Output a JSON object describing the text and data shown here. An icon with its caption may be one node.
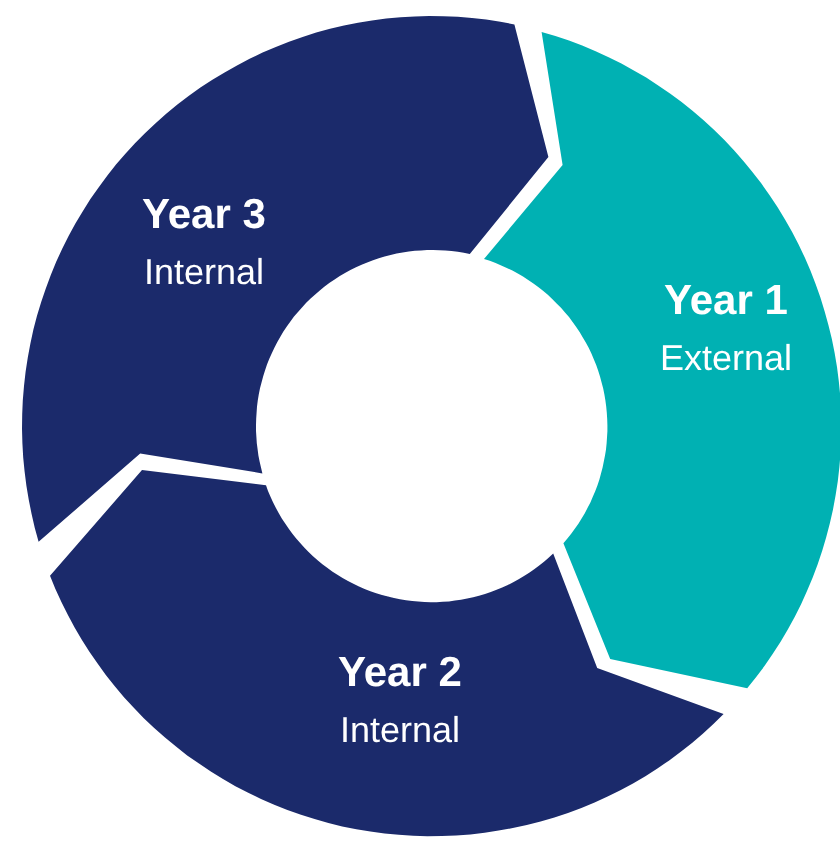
{
  "diagram": {
    "nodes": [
      {
        "text": [
          "Year 3",
          "Internal"
        ]
      },
      {
        "text": [
          "Year 1",
          "External"
        ]
      },
      {
        "text": [
          "Year 2",
          "Internal"
        ]
      }
    ]
  }
}
